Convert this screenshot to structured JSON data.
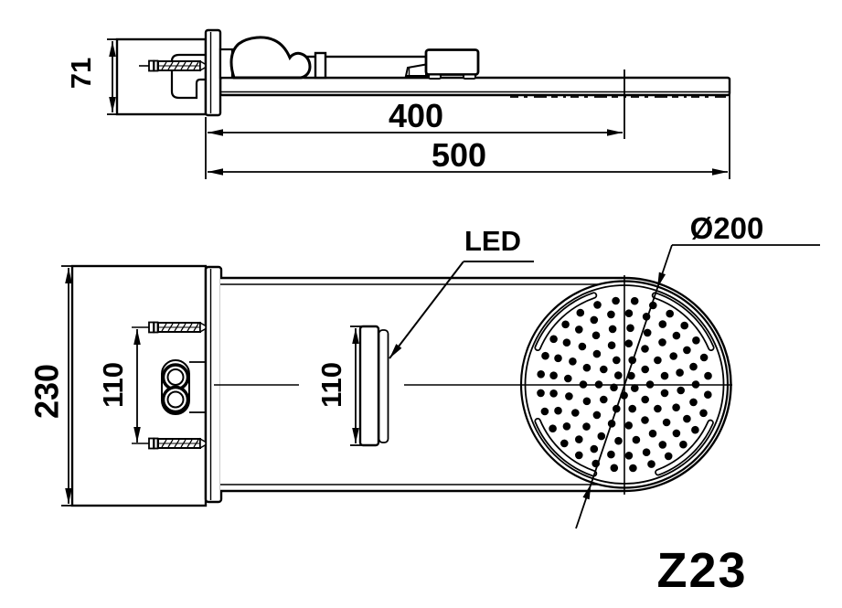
{
  "drawing_type": "technical-dimension-drawing",
  "colors": {
    "line": "#000000",
    "background": "#ffffff"
  },
  "model": {
    "label": "Z23"
  },
  "side_view": {
    "description": "side elevation of wall-mounted shower head",
    "dims": {
      "mount_height": "71",
      "length_to_head_center": "400",
      "overall_length": "500"
    }
  },
  "plan_view": {
    "description": "bottom plan of shower head with spray face",
    "dims": {
      "mount_plate_width": "230",
      "screw_spacing": "110",
      "led_strip_length": "110",
      "head_diameter": "Ø200"
    },
    "labels": {
      "led": "LED"
    }
  }
}
